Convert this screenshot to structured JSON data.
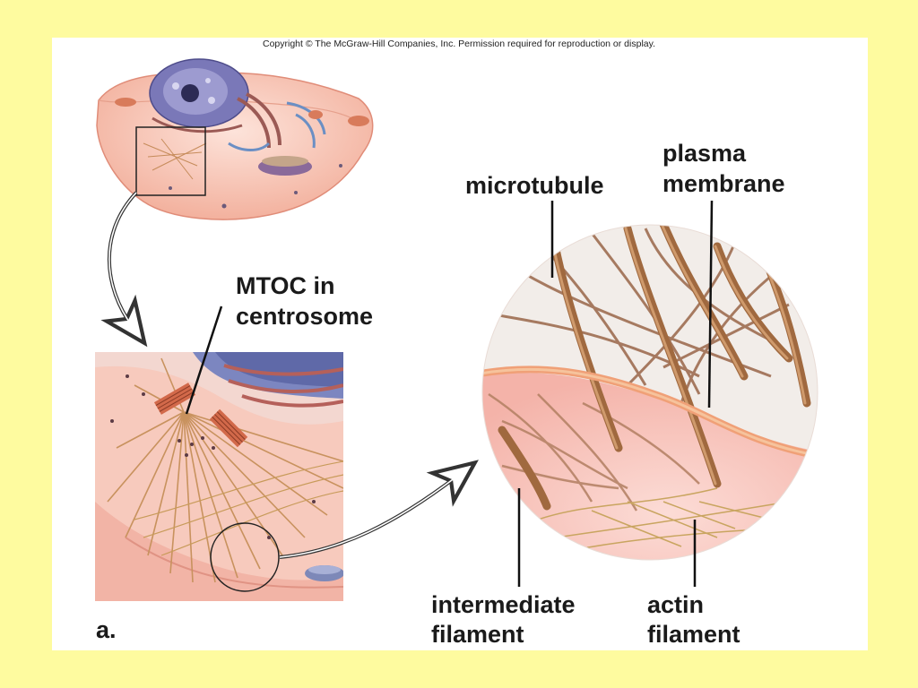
{
  "copyright": "Copyright © The McGraw-Hill Companies, Inc. Permission required for reproduction or display.",
  "labels": {
    "microtubule": "microtubule",
    "plasma_line1": "plasma",
    "plasma_line2": "membrane",
    "mtoc_line1": "MTOC in",
    "mtoc_line2": "centrosome",
    "intermediate_line1": "intermediate",
    "intermediate_line2": "filament",
    "actin_line1": "actin",
    "actin_line2": "filament",
    "panel_letter": "a."
  },
  "colors": {
    "background": "#fefb9f",
    "panel": "#ffffff",
    "cytoplasm": "#f7c9bf",
    "nucleus": "#6f6fae",
    "microtubule": "#b0784f",
    "actin": "#c8a055",
    "membrane": "#f2a27a"
  }
}
